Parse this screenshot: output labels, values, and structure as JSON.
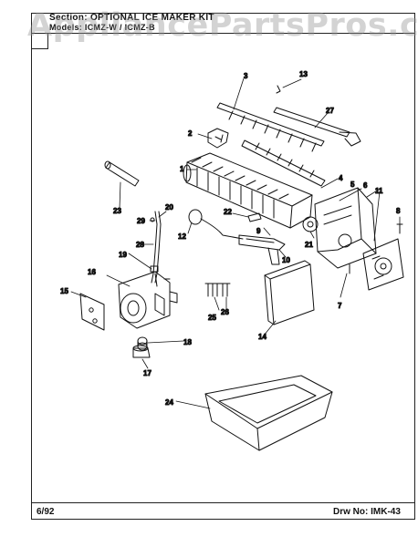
{
  "header": {
    "section_label": "Section:",
    "section_title": "OPTIONAL ICE MAKER KIT",
    "models_label": "Models:",
    "models_value": "ICMZ-W / ICMZ-B"
  },
  "footer": {
    "date": "6/92",
    "drawing_label": "Drw No:",
    "drawing_number": "IMK-43"
  },
  "watermark": {
    "text": "AppliancePartsPros.com",
    "color": "#999999"
  },
  "callouts": [
    "1",
    "2",
    "3",
    "4",
    "5",
    "6",
    "7",
    "8",
    "9",
    "10",
    "11",
    "12",
    "13",
    "14",
    "15",
    "16",
    "17",
    "18",
    "19",
    "20",
    "21",
    "22",
    "23",
    "24",
    "25",
    "26",
    "27",
    "28",
    "29"
  ]
}
